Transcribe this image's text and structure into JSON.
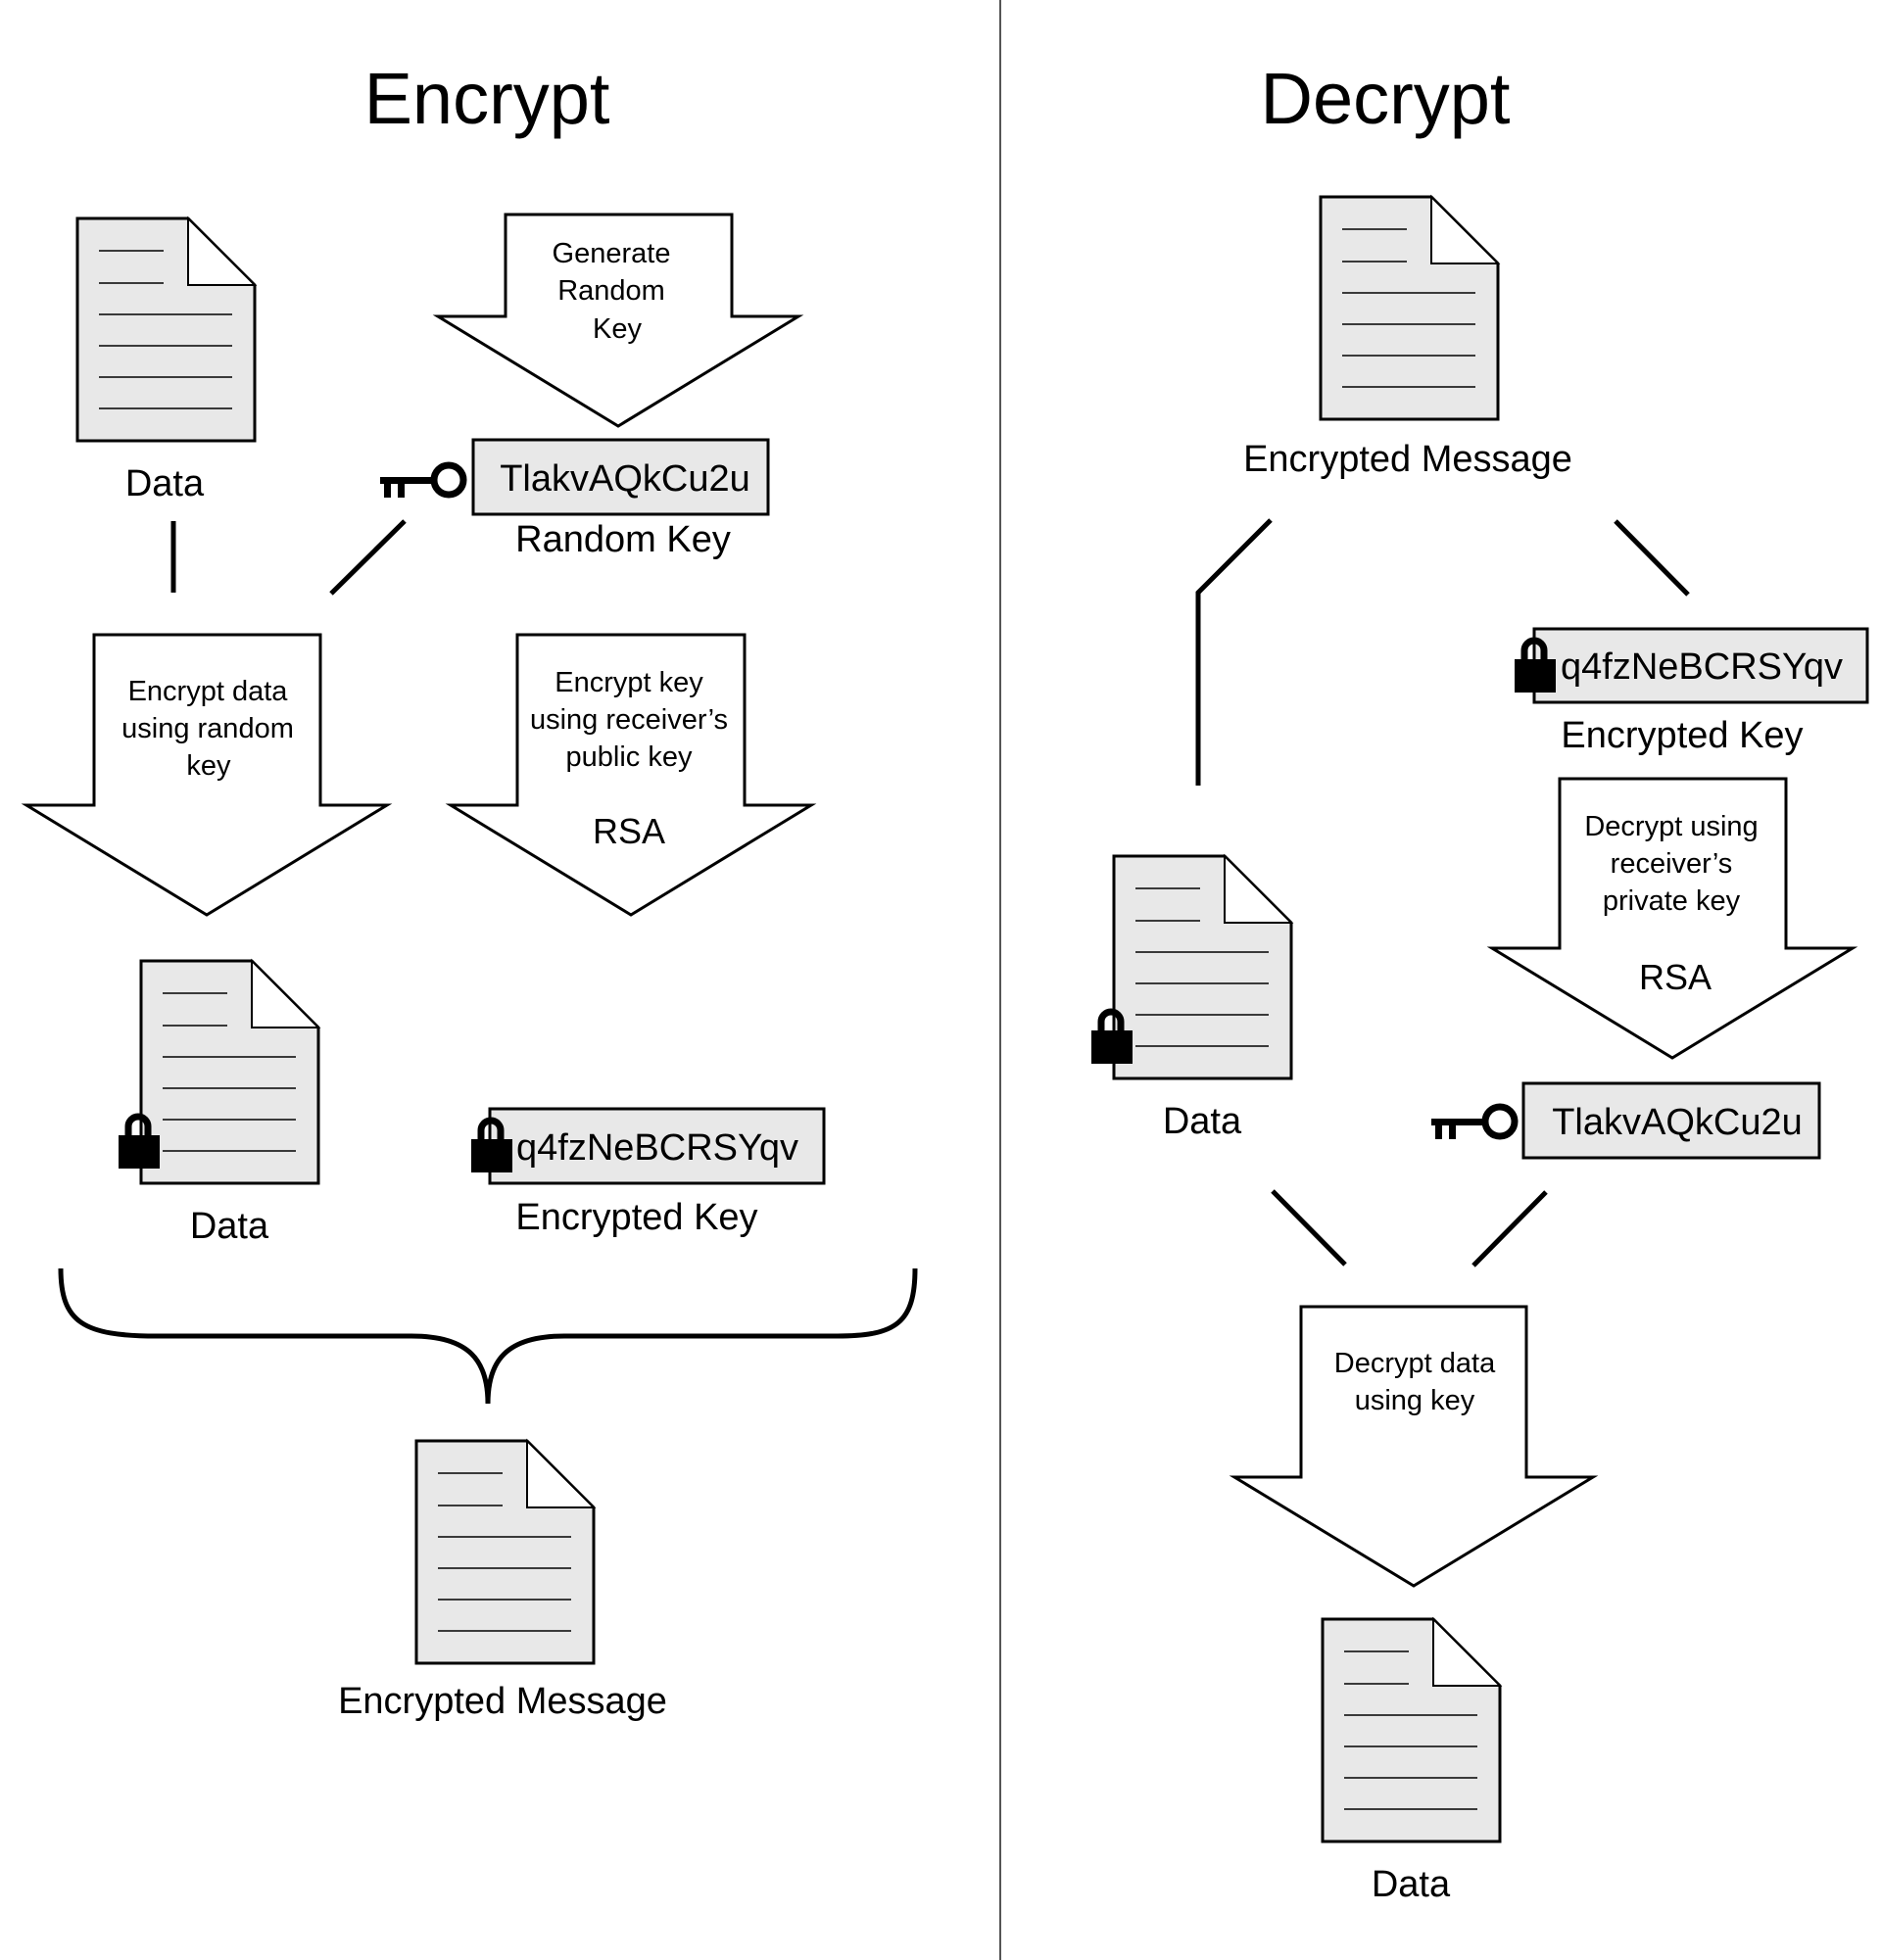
{
  "encrypt": {
    "title": "Encrypt",
    "data_label": "Data",
    "generate_step": [
      "Generate",
      "Random",
      "Key"
    ],
    "random_key_value": "TlakvAQkCu2u",
    "random_key_label": "Random Key",
    "encrypt_data_step": [
      "Encrypt data",
      "using random",
      "key"
    ],
    "encrypt_key_step": [
      "Encrypt key",
      "using receiver’s",
      "public key"
    ],
    "encrypt_key_algorithm": "RSA",
    "encrypted_data_label": "Data",
    "encrypted_key_value": "q4fzNeBCRSYqv",
    "encrypted_key_label": "Encrypted Key",
    "message_label": "Encrypted Message"
  },
  "decrypt": {
    "title": "Decrypt",
    "message_label": "Encrypted Message",
    "encrypted_key_value": "q4fzNeBCRSYqv",
    "encrypted_key_label": "Encrypted Key",
    "decrypt_key_step": [
      "Decrypt using",
      "receiver’s",
      "private key"
    ],
    "decrypt_key_algorithm": "RSA",
    "encrypted_data_label": "Data",
    "random_key_value": "TlakvAQkCu2u",
    "decrypt_data_step": [
      "Decrypt data",
      "using key"
    ],
    "output_label": "Data"
  },
  "icons": {
    "document": "document-icon",
    "key": "key-icon",
    "lock": "padlock-icon"
  },
  "colors": {
    "document_fill": "#e8e8e8",
    "divider": "#555555",
    "stroke": "#000000"
  }
}
